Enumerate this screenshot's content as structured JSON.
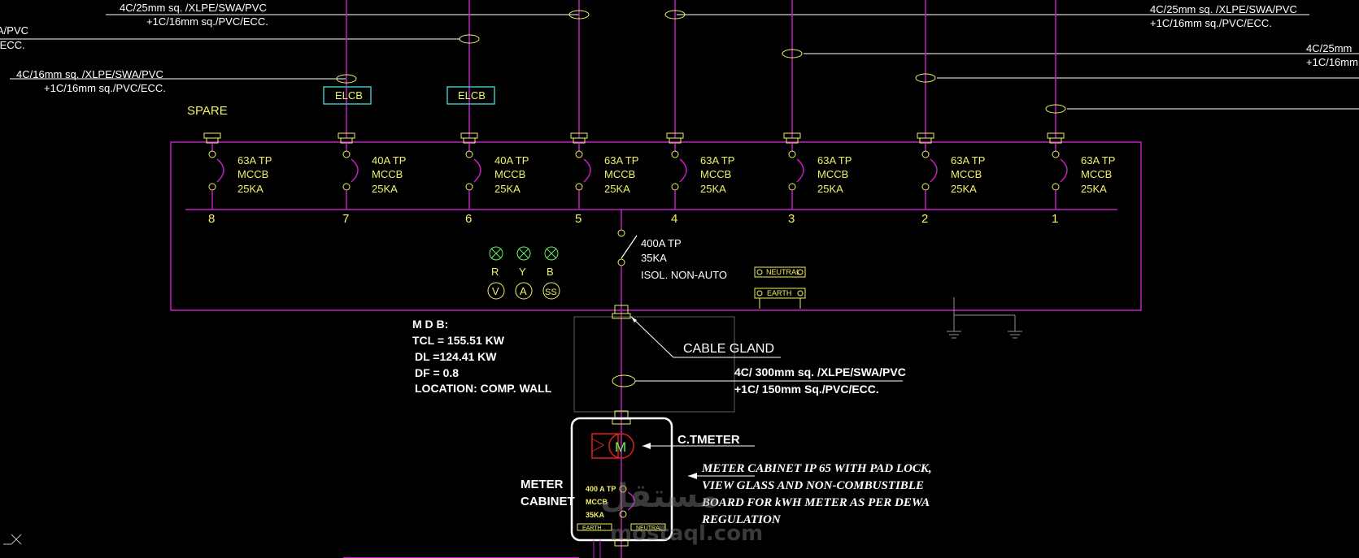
{
  "cables": {
    "top_left_a": {
      "l1": "4C/25mm sq. /XLPE/SWA/PVC",
      "l2": "+1C/16mm sq./PVC/ECC."
    },
    "top_left_b": {
      "l1": "A/PVC",
      "l2": "/ECC."
    },
    "left_c": {
      "l1": "4C/16mm sq. /XLPE/SWA/PVC",
      "l2": "+1C/16mm sq./PVC/ECC."
    },
    "top_right_a": {
      "l1": "4C/25mm sq. /XLPE/SWA/PVC",
      "l2": "+1C/16mm sq./PVC/ECC."
    },
    "top_right_b": {
      "l1": "4C/25mm",
      "l2": "+1C/16mm"
    },
    "incoming": {
      "l1": "4C/ 300mm sq. /XLPE/SWA/PVC",
      "l2": "+1C/ 150mm Sq./PVC/ECC."
    }
  },
  "elcb_label": "ELCB",
  "spare_label": "SPARE",
  "breakers": [
    {
      "num": "8",
      "rating": "63A TP",
      "type": "MCCB",
      "ka": "25KA"
    },
    {
      "num": "7",
      "rating": "40A TP",
      "type": "MCCB",
      "ka": "25KA"
    },
    {
      "num": "6",
      "rating": "40A TP",
      "type": "MCCB",
      "ka": "25KA"
    },
    {
      "num": "5",
      "rating": "63A TP",
      "type": "MCCB",
      "ka": "25KA"
    },
    {
      "num": "4",
      "rating": "63A TP",
      "type": "MCCB",
      "ka": "25KA"
    },
    {
      "num": "3",
      "rating": "63A TP",
      "type": "MCCB",
      "ka": "25KA"
    },
    {
      "num": "2",
      "rating": "63A TP",
      "type": "MCCB",
      "ka": "25KA"
    },
    {
      "num": "1",
      "rating": "63A TP",
      "type": "MCCB",
      "ka": "25KA"
    }
  ],
  "isolator": {
    "l1": "400A TP",
    "l2": "35KA",
    "l3": "ISOL. NON-AUTO"
  },
  "indicators": {
    "r": "R",
    "y": "Y",
    "b": "B",
    "v": "V",
    "a": "A",
    "ss": "SS"
  },
  "neutral_label": "NEUTRAL",
  "earth_label": "EARTH",
  "mdb": {
    "title": "M D B:",
    "tcl": "TCL = 155.51 KW",
    "dl": "DL =124.41 KW",
    "df": "DF =   0.8",
    "location": "LOCATION:  COMP. WALL"
  },
  "cable_gland": "CABLE GLAND",
  "ct_meter": "C.TMETER",
  "meter_symbol": "M",
  "meter_cabinet_label": {
    "l1": "METER",
    "l2": "CABINET"
  },
  "meter_breaker": {
    "l1": "400 A TP",
    "l2": "MCCB",
    "l3": "35KA"
  },
  "cabinet_note": {
    "l1": "METER CABINET IP 65 WITH PAD LOCK,",
    "l2": "VIEW GLASS AND NON-COMBUSTIBLE",
    "l3": "BOARD FOR kWH METER AS PER DEWA",
    "l4": "REGULATION"
  },
  "watermark": {
    "arabic": "مستقل",
    "latin": "mostaql.com"
  },
  "colors": {
    "background": "#000000",
    "bus": "#c020c0",
    "text_yellow": "#f0f06a",
    "lamp": "#6af06a",
    "elcb": "#40c0c0",
    "meter_red": "#e02020"
  }
}
